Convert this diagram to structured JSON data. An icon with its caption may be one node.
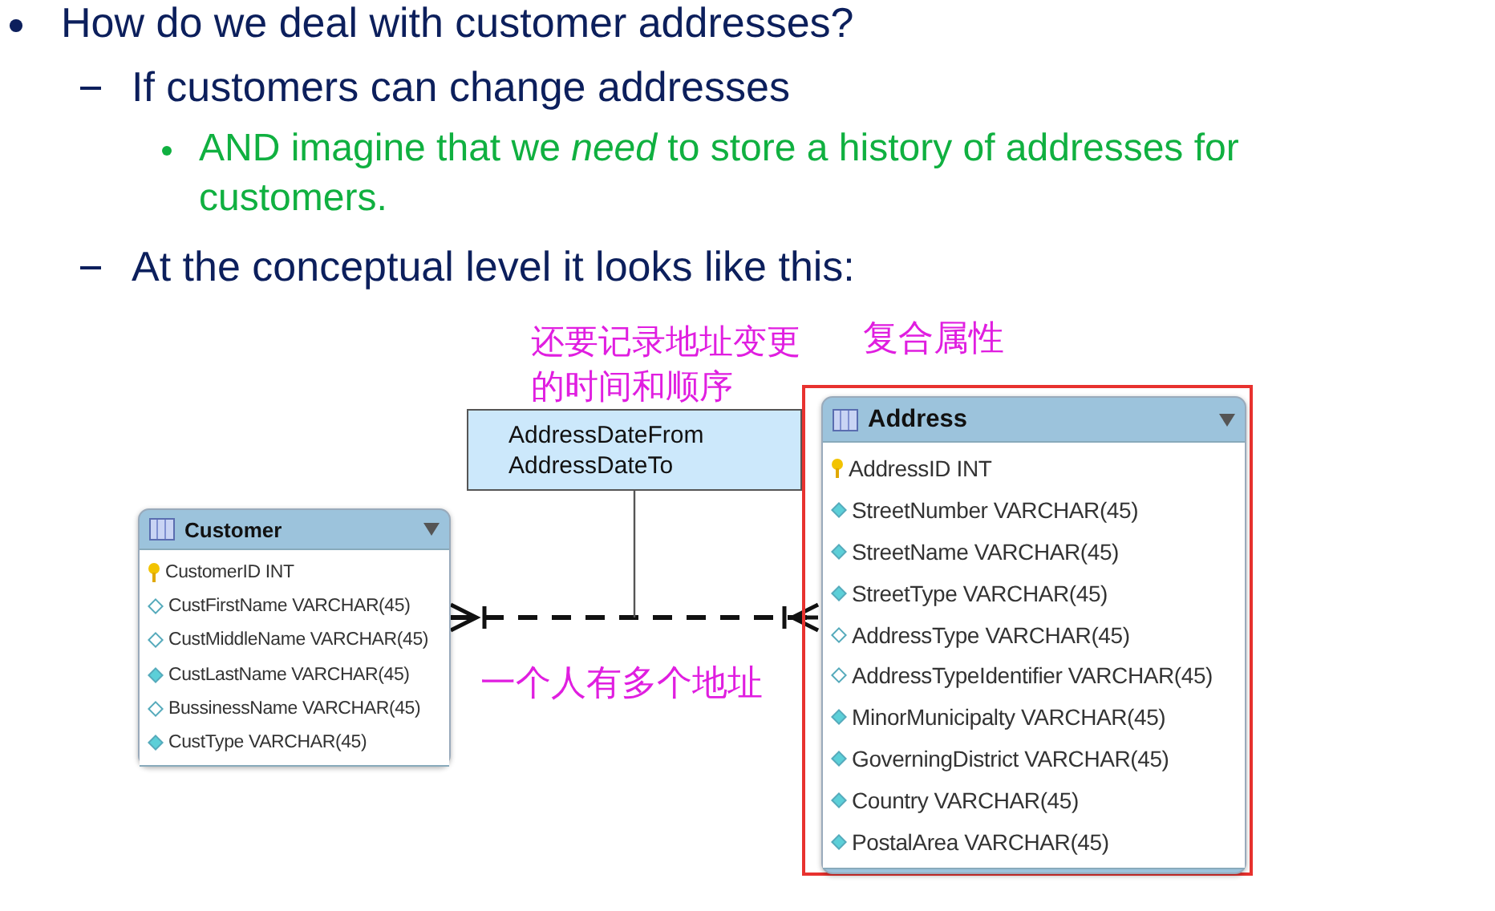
{
  "diagram": {
    "nodes": [
      {
        "text": [
          "Customer",
          "CustomerID INT",
          "CustFirstName VARCHAR(45)",
          "CustMiddleName VARCHAR(45)",
          "CustLastName VARCHAR(45)",
          "BussinessName VARCHAR(45)",
          "CustType VARCHAR(45)"
        ]
      },
      {
        "text": [
          "复合属性"
        ]
      },
      {
        "text": [
          "Address",
          "AddressID INT",
          "StreetNumber VARCHAR(45)",
          "StreetName VARCHAR(45)",
          "StreetType VARCHAR(45)",
          "AddressType VARCHAR(45)",
          "AddressTypeIdentifier VARCHAR(45)",
          "MinorMunicipalty VARCHAR(45)",
          "GoverningDistrict VARCHAR(45)",
          "Country VARCHAR(45)",
          "PostalArea VARCHAR(45)"
        ],
        "in": 1
      },
      {
        "text": [
          "AddressDateFrom",
          "AddressDateTo"
        ],
        "beside": [
          "还要记录地址变更的时间和顺序"
        ]
      }
    ],
    "edges": [
      {
        "from": 0,
        "to": 2,
        "arrow": "other",
        "style": "dashed",
        "label": "一个人有多个地址"
      },
      {
        "from": 3,
        "to": null,
        "arrow": "none"
      }
    ],
    "labels": [
      "How do we deal with customer addresses?",
      "If customers can change addresses",
      "AND imagine that we *need* to store a history of addresses for customers.",
      "At the conceptual level it looks like this:"
    ]
  }
}
